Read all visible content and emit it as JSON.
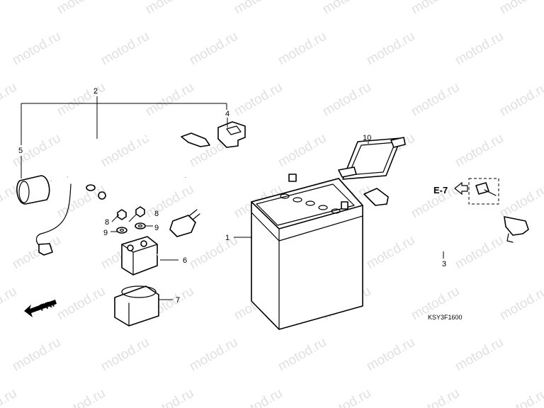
{
  "watermark": "motod.ru",
  "diagram_code": "KSY3F1600",
  "front_marker": "FR.",
  "reference_label": "E-7",
  "callouts": {
    "c1": "1",
    "c2": "2",
    "c3": "3",
    "c4": "4",
    "c5": "5",
    "c6": "6",
    "c7": "7",
    "c8a": "8",
    "c8b": "8",
    "c9a": "9",
    "c9b": "9",
    "c10": "10"
  }
}
